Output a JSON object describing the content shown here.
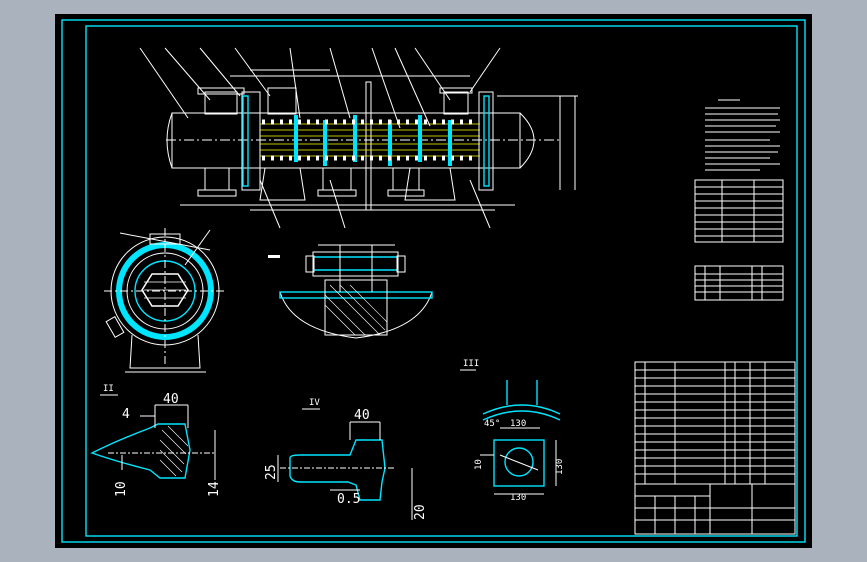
{
  "drawing": {
    "section_labels": {
      "section_II": "II",
      "section_III": "III",
      "section_IV": "IV"
    },
    "detail_II": {
      "dim_top": "40",
      "dim_left": "4",
      "dim_bottom_left": "10",
      "dim_bottom_right": "14"
    },
    "detail_IV": {
      "dim_top": "40",
      "dim_left": "25",
      "dim_bottom": "0.5",
      "dim_right": "20"
    },
    "detail_III": {
      "dim_width": "130",
      "dim_height": "130",
      "dim_left": "10",
      "dim_bottom": "130",
      "dim_angle": "45°"
    }
  },
  "colors": {
    "sheet": "#000000",
    "frame": "#00e5ff",
    "outline": "#ffffff",
    "baffle": "#00e5ff",
    "tube_pitch": "#ff3b3b"
  }
}
